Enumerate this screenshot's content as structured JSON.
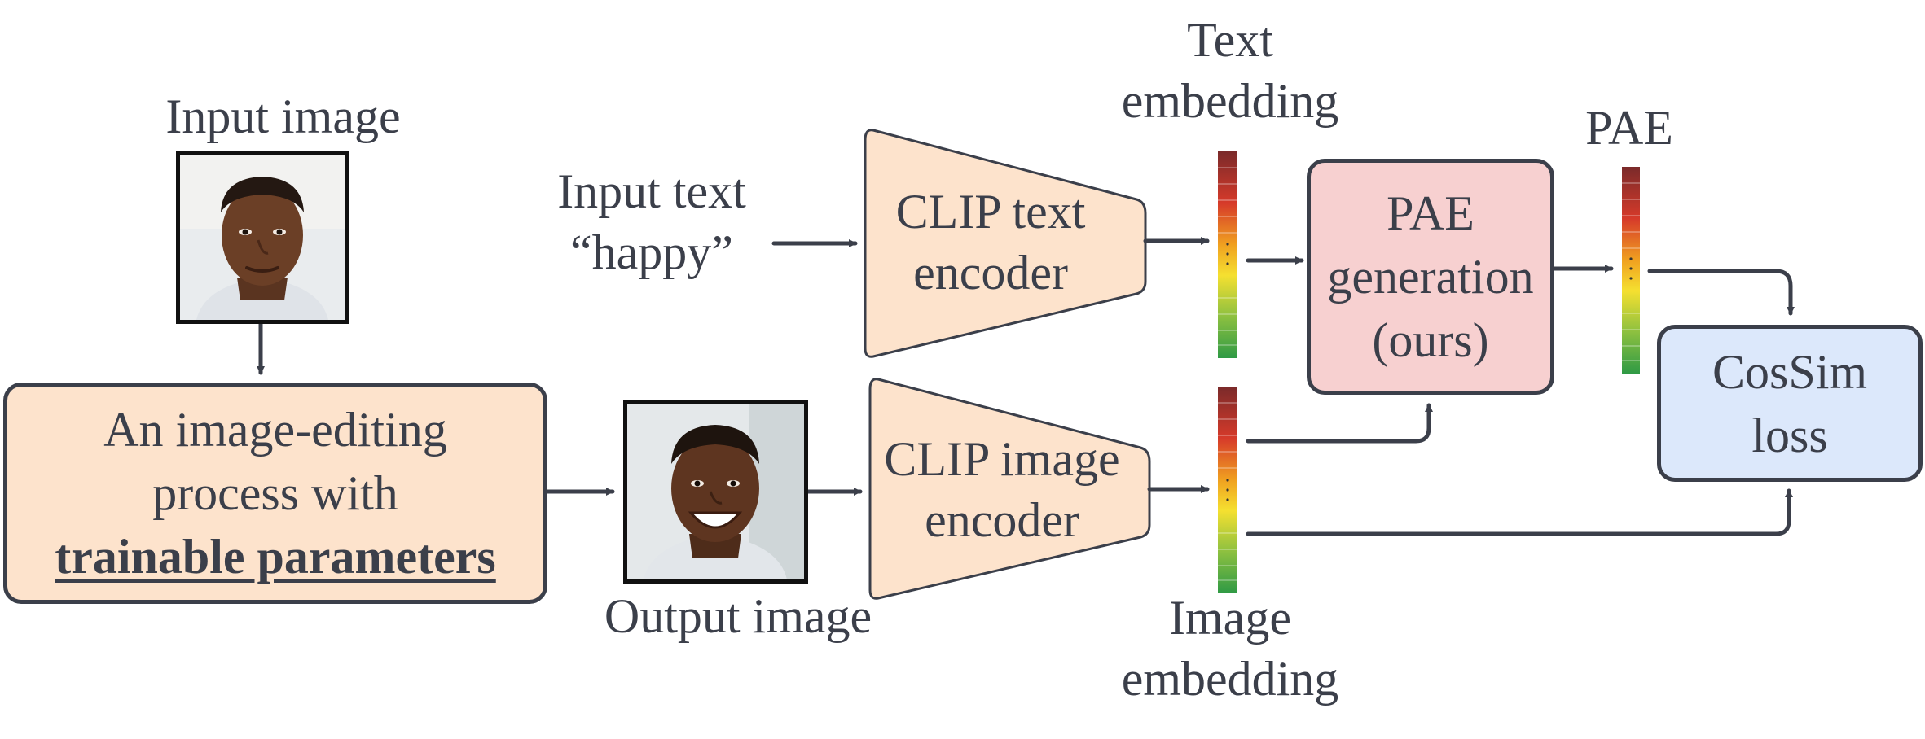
{
  "input_image_label": "Input image",
  "input_text_label": "Input text",
  "input_text_value": "“happy”",
  "clip_text_encoder": [
    "CLIP text",
    "encoder"
  ],
  "clip_image_encoder": [
    "CLIP image",
    "encoder"
  ],
  "text_embedding_label": [
    "Text",
    "embedding"
  ],
  "image_embedding_label": [
    "Image",
    "embedding"
  ],
  "pae_label": "PAE",
  "pae_generation": [
    "PAE",
    "generation",
    "(ours)"
  ],
  "cossim_loss": [
    "CosSim",
    "loss"
  ],
  "editing_process": [
    "An image-editing",
    "process with",
    "trainable parameters"
  ],
  "output_image_label": "Output image",
  "colors": {
    "ink": "#3b3f4a",
    "encoder_fill": "#fde3cc",
    "pae_fill": "#f7d0d0",
    "cossim_fill": "#dce8fb",
    "process_fill": "#fde3cc"
  }
}
